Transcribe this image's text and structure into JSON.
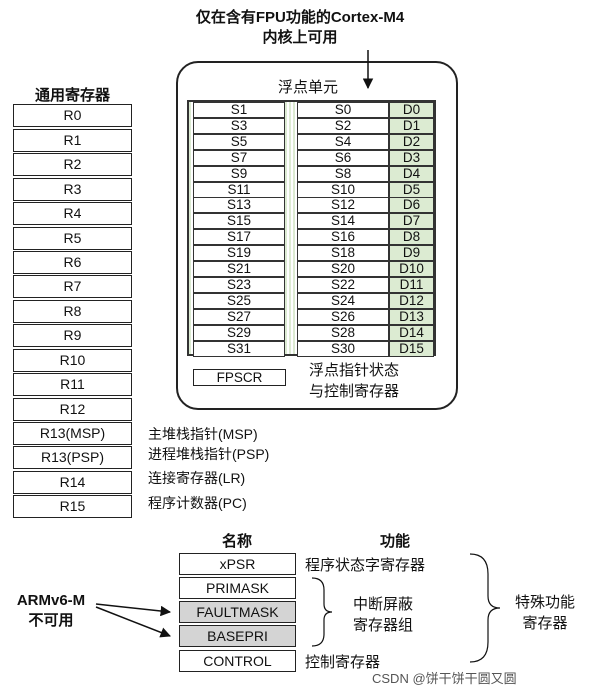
{
  "title": {
    "line1": "仅在含有FPU功能的Cortex-M4",
    "line2": "内核上可用"
  },
  "general_registers": {
    "heading": "通用寄存器",
    "items": [
      "R0",
      "R1",
      "R2",
      "R3",
      "R4",
      "R5",
      "R6",
      "R7",
      "R8",
      "R9",
      "R10",
      "R11",
      "R12",
      "R13(MSP)",
      "R13(PSP)",
      "R14",
      "R15"
    ],
    "descriptions": [
      "主堆栈指针(MSP)",
      "进程堆栈指针(PSP)",
      "连接寄存器(LR)",
      "程序计数器(PC)"
    ]
  },
  "fpu": {
    "label": "浮点单元",
    "rows": [
      {
        "odd": "S1",
        "even": "S0",
        "d": "D0"
      },
      {
        "odd": "S3",
        "even": "S2",
        "d": "D1"
      },
      {
        "odd": "S5",
        "even": "S4",
        "d": "D2"
      },
      {
        "odd": "S7",
        "even": "S6",
        "d": "D3"
      },
      {
        "odd": "S9",
        "even": "S8",
        "d": "D4"
      },
      {
        "odd": "S11",
        "even": "S10",
        "d": "D5"
      },
      {
        "odd": "S13",
        "even": "S12",
        "d": "D6"
      },
      {
        "odd": "S15",
        "even": "S14",
        "d": "D7"
      },
      {
        "odd": "S17",
        "even": "S16",
        "d": "D8"
      },
      {
        "odd": "S19",
        "even": "S18",
        "d": "D9"
      },
      {
        "odd": "S21",
        "even": "S20",
        "d": "D10"
      },
      {
        "odd": "S23",
        "even": "S22",
        "d": "D11"
      },
      {
        "odd": "S25",
        "even": "S24",
        "d": "D12"
      },
      {
        "odd": "S27",
        "even": "S26",
        "d": "D13"
      },
      {
        "odd": "S29",
        "even": "S28",
        "d": "D14"
      },
      {
        "odd": "S31",
        "even": "S30",
        "d": "D15"
      }
    ],
    "fpscr": "FPSCR",
    "fpscr_desc_line1": "浮点指针状态",
    "fpscr_desc_line2": "与控制寄存器"
  },
  "special": {
    "col_name": "名称",
    "col_func": "功能",
    "xpsr": "xPSR",
    "xpsr_desc": "程序状态字寄存器",
    "primask": "PRIMASK",
    "faultmask": "FAULTMASK",
    "basepri": "BASEPRI",
    "control": "CONTROL",
    "control_desc": "控制寄存器",
    "int_mask_line1": "中断屏蔽",
    "int_mask_line2": "寄存器组",
    "special_line1": "特殊功能",
    "special_line2": "寄存器",
    "armv6_line1": "ARMv6-M",
    "armv6_line2": "不可用"
  },
  "watermark": "CSDN @饼干饼干圆又圆",
  "colors": {
    "fpu_green": "#dcebd2",
    "gray_box": "#d4d4d4"
  }
}
